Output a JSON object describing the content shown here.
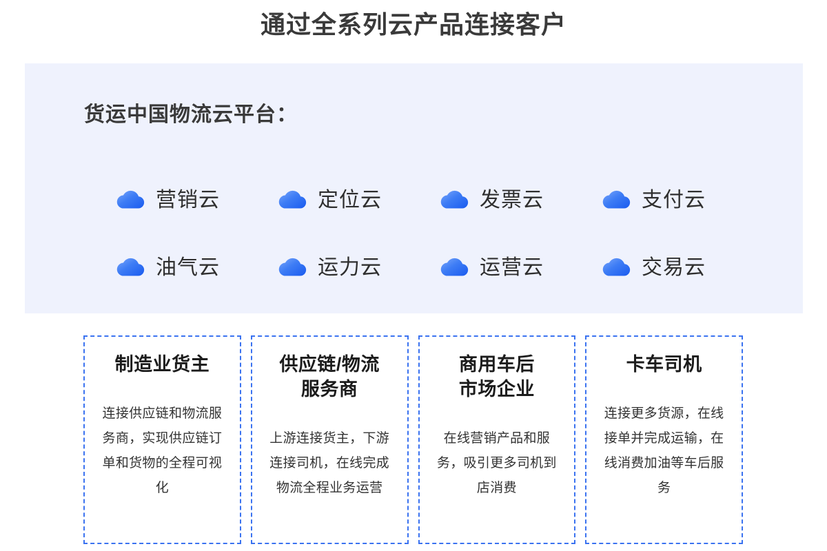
{
  "page": {
    "title": "通过全系列云产品连接客户",
    "background_color": "#ffffff",
    "title_color": "#3a3a3a"
  },
  "platform": {
    "heading": "货运中国物流云平台：",
    "panel_color": "#eff2fd",
    "accent_color": "#3a72f0",
    "cloud_services": [
      {
        "icon": "cloud-icon",
        "label": "营销云"
      },
      {
        "icon": "cloud-icon",
        "label": "定位云"
      },
      {
        "icon": "cloud-icon",
        "label": "发票云"
      },
      {
        "icon": "cloud-icon",
        "label": "支付云"
      },
      {
        "icon": "cloud-icon",
        "label": "油气云"
      },
      {
        "icon": "cloud-icon",
        "label": "运力云"
      },
      {
        "icon": "cloud-icon",
        "label": "运营云"
      },
      {
        "icon": "cloud-icon",
        "label": "交易云"
      }
    ]
  },
  "audiences": {
    "border_color": "#3a72f0",
    "cards": [
      {
        "title": "制造业货主",
        "body": "连接供应链和物流服务商，实现供应链订单和货物的全程可视化"
      },
      {
        "title": "供应链/物流\n服务商",
        "body": "上游连接货主，下游连接司机，在线完成物流全程业务运营"
      },
      {
        "title": "商用车后\n市场企业",
        "body": "在线营销产品和服务，吸引更多司机到店消费"
      },
      {
        "title": "卡车司机",
        "body": "连接更多货源，在线接单并完成运输，在线消费加油等车后服务"
      }
    ]
  }
}
